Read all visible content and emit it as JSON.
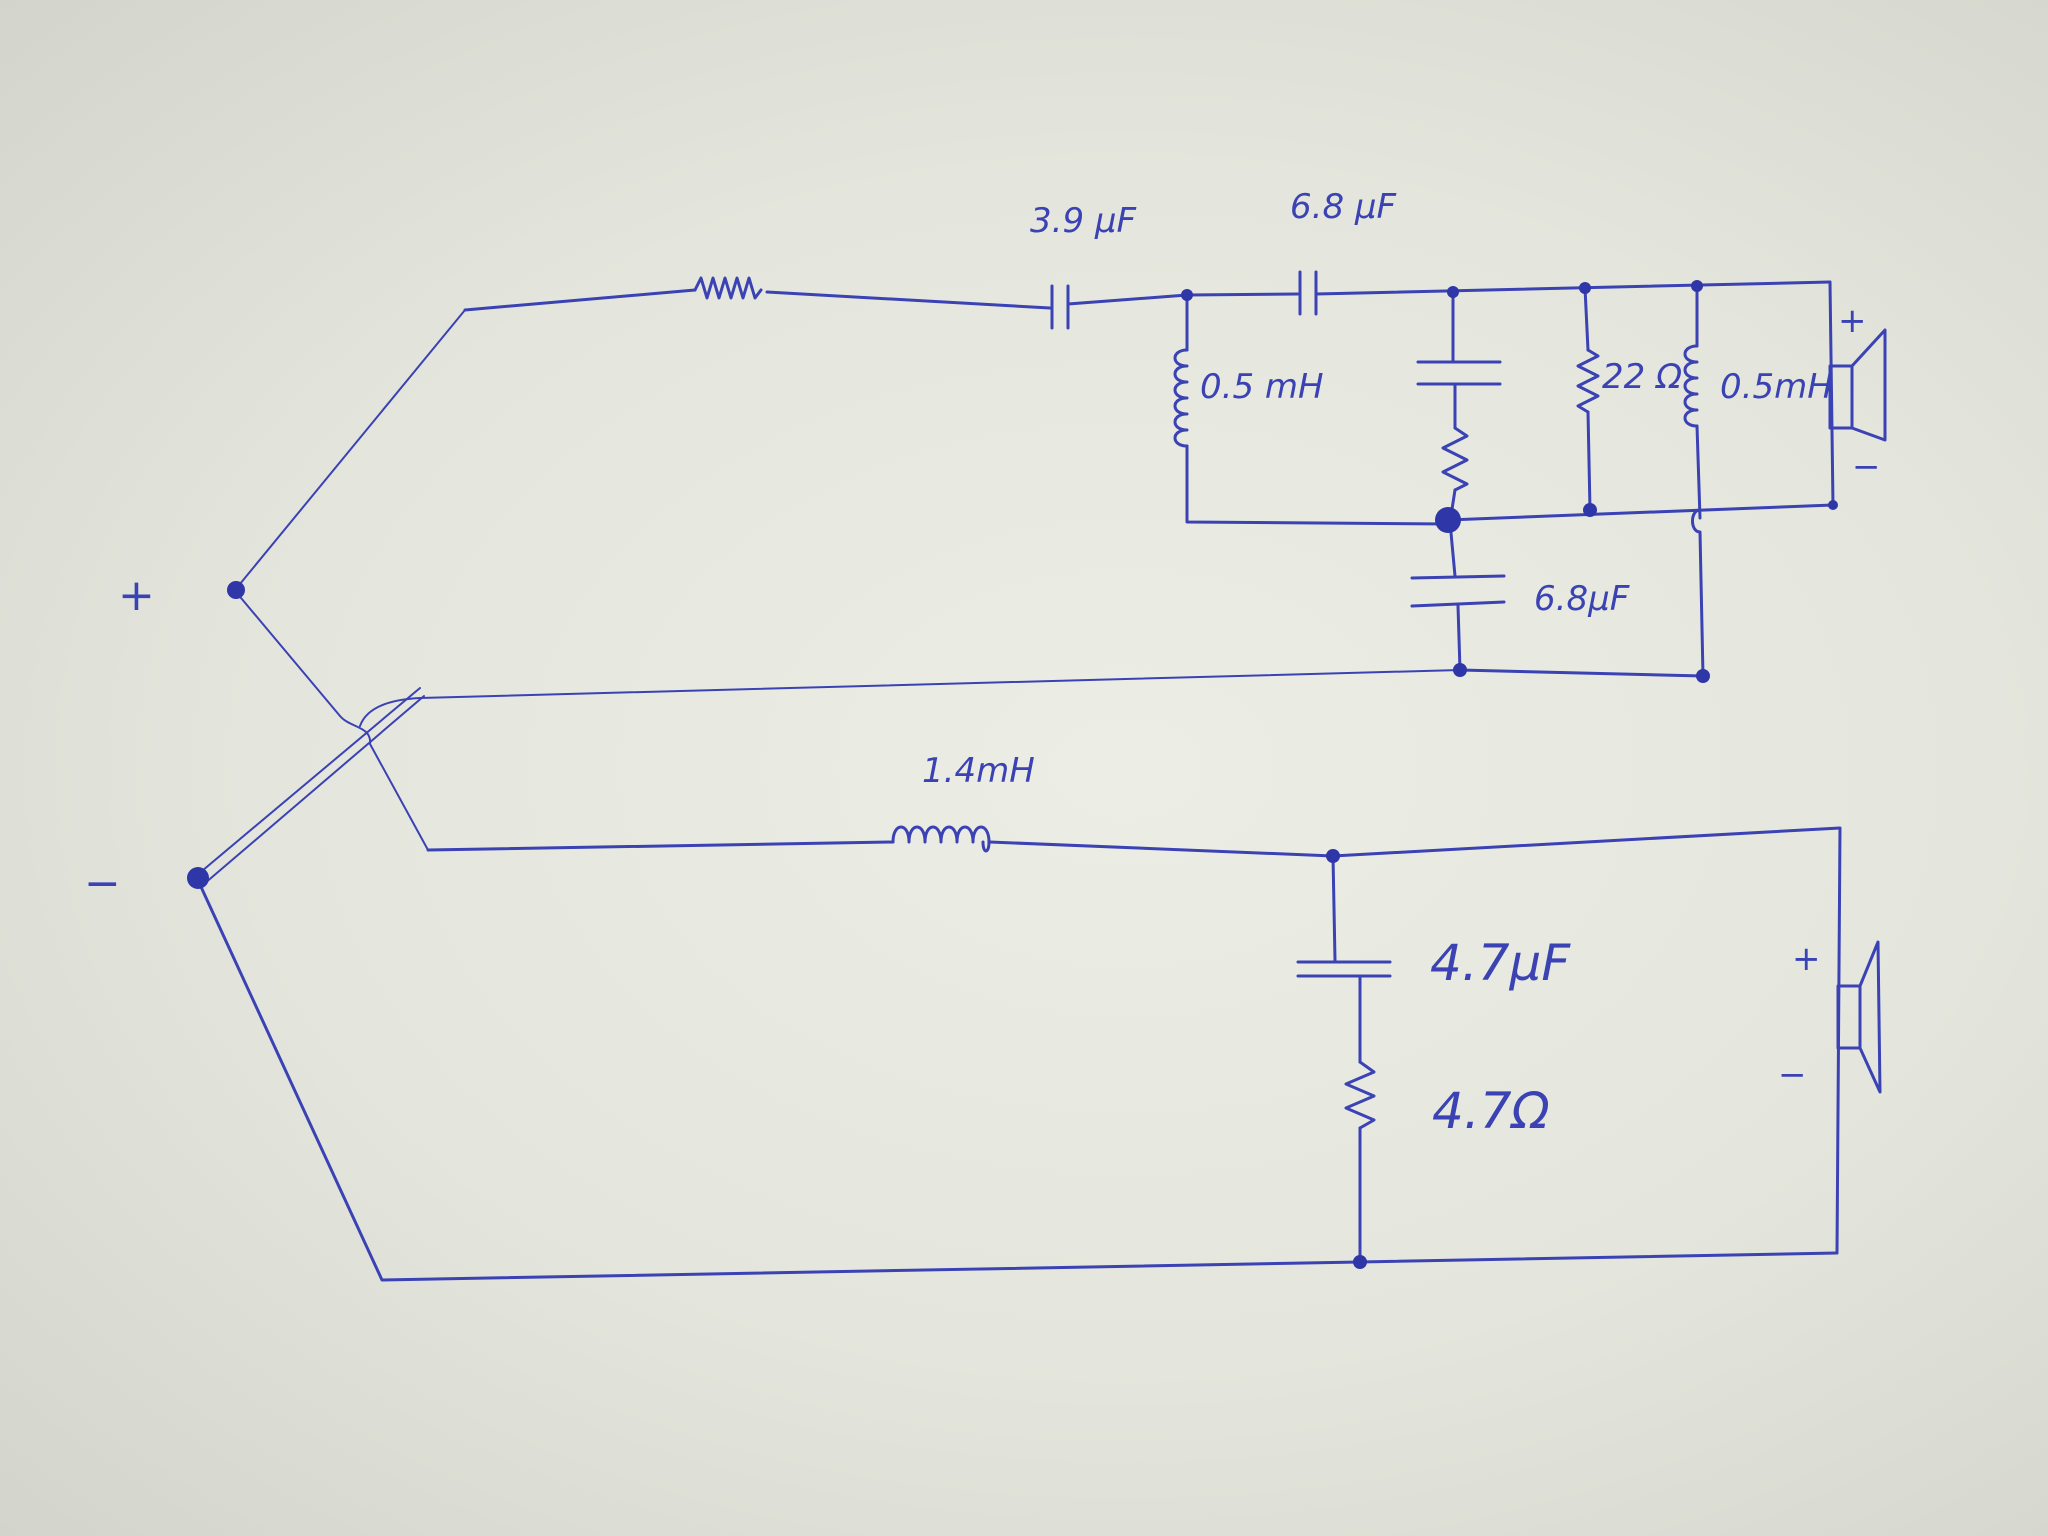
{
  "labels": {
    "tweeter_series_cap_1": "3.9 μF",
    "tweeter_series_cap_2": "6.8 μF",
    "tweeter_inductor_1": "0.5 mH",
    "tweeter_resistor": "22 Ω",
    "tweeter_inductor_2": "0.5mH",
    "tweeter_shunt_cap": "6.8μF",
    "woofer_inductor": "1.4mH",
    "woofer_cap": "4.7μF",
    "woofer_resistor": "4.7Ω",
    "input_plus": "+",
    "input_minus": "−",
    "tweeter_plus": "+",
    "tweeter_minus": "−",
    "woofer_plus": "+",
    "woofer_minus": "−"
  },
  "colors": {
    "ink": "#3a42b4",
    "paper": "#e8eae2"
  }
}
